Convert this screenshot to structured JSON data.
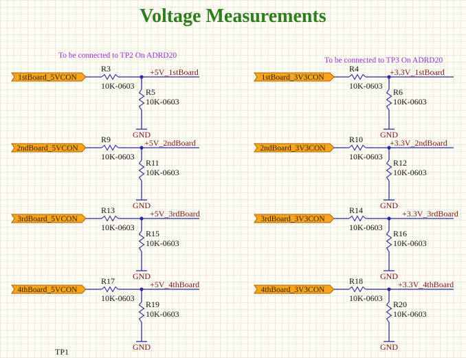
{
  "title": "Voltage Measurements",
  "notes": {
    "left": "To be connected to TP2 On ADRD20",
    "right": "To be connected to TP3 On ADRD20"
  },
  "footer_label": "TP1",
  "gnd_label": "GND",
  "columns": [
    {
      "id": "left",
      "rows": [
        {
          "port": "1stBoard_5VCON",
          "r_top": "R3",
          "r_top_val": "10K-0603",
          "net": "+5V_1stBoard",
          "r_bot": "R5",
          "r_bot_val": "10K-0603"
        },
        {
          "port": "2ndBoard_5VCON",
          "r_top": "R9",
          "r_top_val": "10K-0603",
          "net": "+5V_2ndBoard",
          "r_bot": "R11",
          "r_bot_val": "10K-0603"
        },
        {
          "port": "3rdBoard_5VCON",
          "r_top": "R13",
          "r_top_val": "10K-0603",
          "net": "+5V_3rdBoard",
          "r_bot": "R15",
          "r_bot_val": "10K-0603"
        },
        {
          "port": "4thBoard_5VCON",
          "r_top": "R17",
          "r_top_val": "10K-0603",
          "net": "+5V_4thBoard",
          "r_bot": "R19",
          "r_bot_val": "10K-0603"
        }
      ]
    },
    {
      "id": "right",
      "rows": [
        {
          "port": "1stBoard_3V3CON",
          "r_top": "R4",
          "r_top_val": "10K-0603",
          "net": "+3.3V_1stBoard",
          "r_bot": "R6",
          "r_bot_val": "10K-0603"
        },
        {
          "port": "2ndBoard_3V3CON",
          "r_top": "R10",
          "r_top_val": "10K-0603",
          "net": "+3.3V_2ndBoard",
          "r_bot": "R12",
          "r_bot_val": "10K-0603"
        },
        {
          "port": "3rdBoard_3V3CON",
          "r_top": "R14",
          "r_top_val": "10K-0603",
          "net": "+3.3V_3rdBoard",
          "r_bot": "R16",
          "r_bot_val": "10K-0603"
        },
        {
          "port": "4thBoard_3V3CON",
          "r_top": "R18",
          "r_top_val": "10K-0603",
          "net": "+3.3V_4thBoard",
          "r_bot": "R20",
          "r_bot_val": "10K-0603"
        }
      ]
    }
  ]
}
